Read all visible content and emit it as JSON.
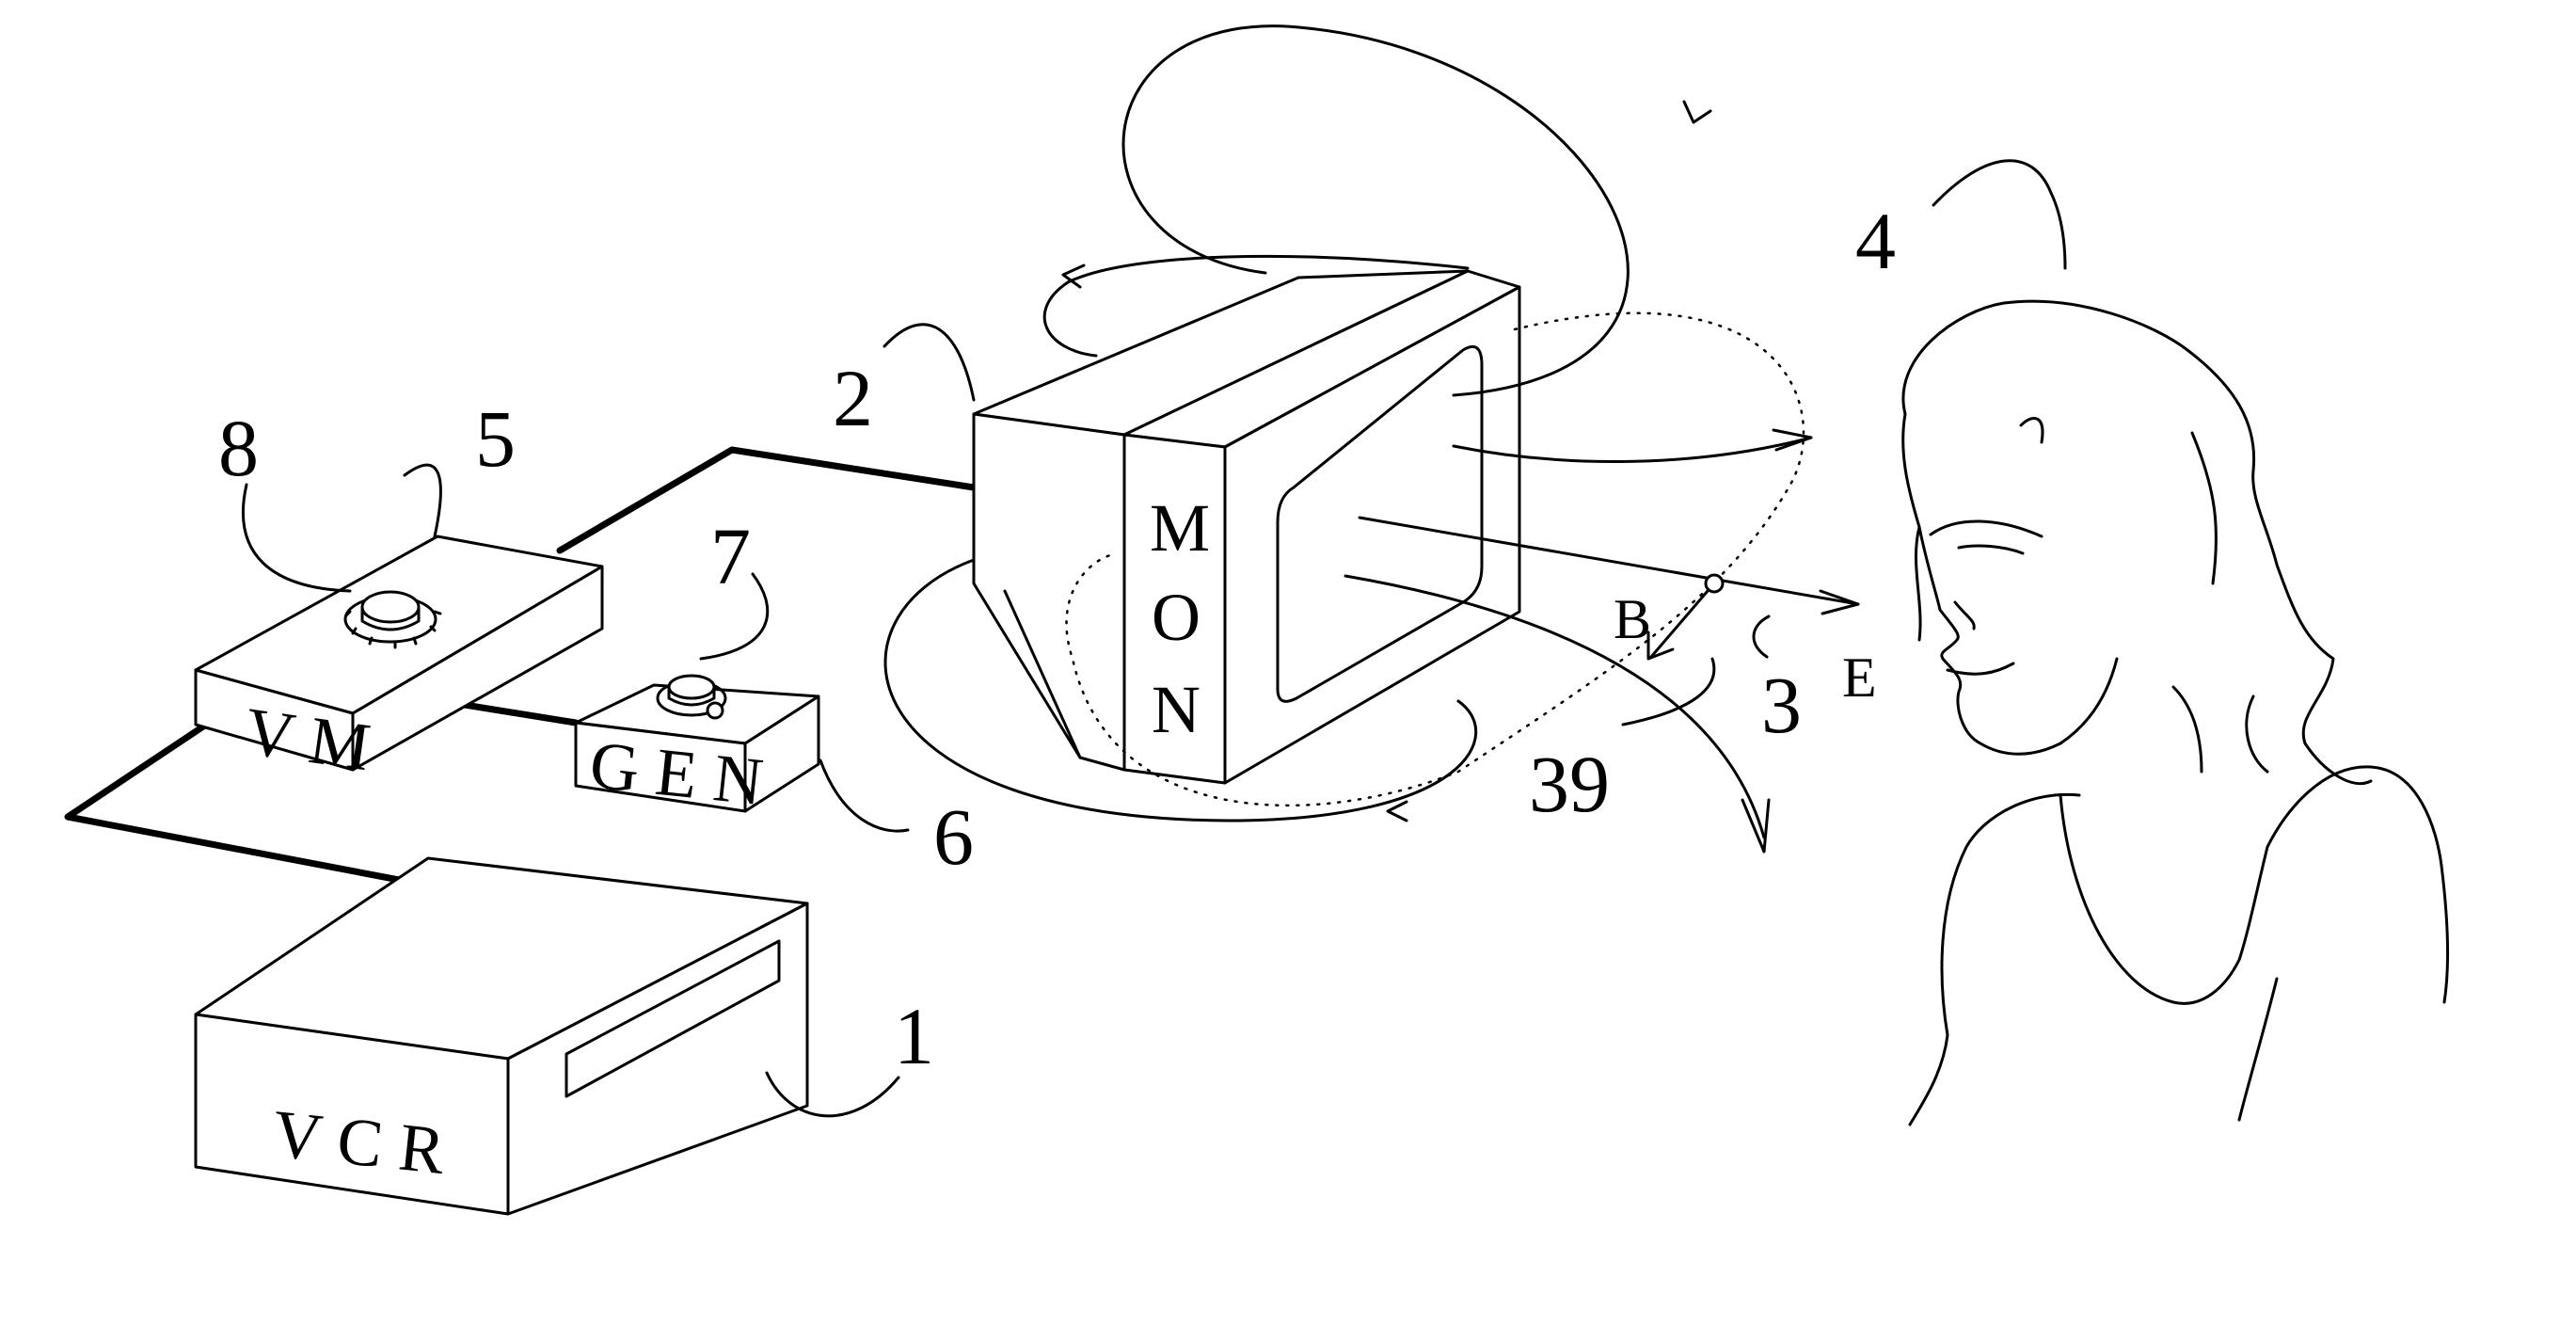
{
  "colors": {
    "background": "#ffffff",
    "ink": "#000000"
  },
  "labels": {
    "vcr": "V C R",
    "vm": "V M",
    "gen": "G E N",
    "mon_m": "M",
    "mon_o": "O",
    "mon_n": "N",
    "field_b": "B",
    "field_e": "E"
  },
  "reference_numerals": {
    "r1": "1",
    "r2": "2",
    "r3": "3",
    "r4": "4",
    "r5": "5",
    "r6": "6",
    "r7": "7",
    "r8": "8",
    "r39": "39"
  }
}
